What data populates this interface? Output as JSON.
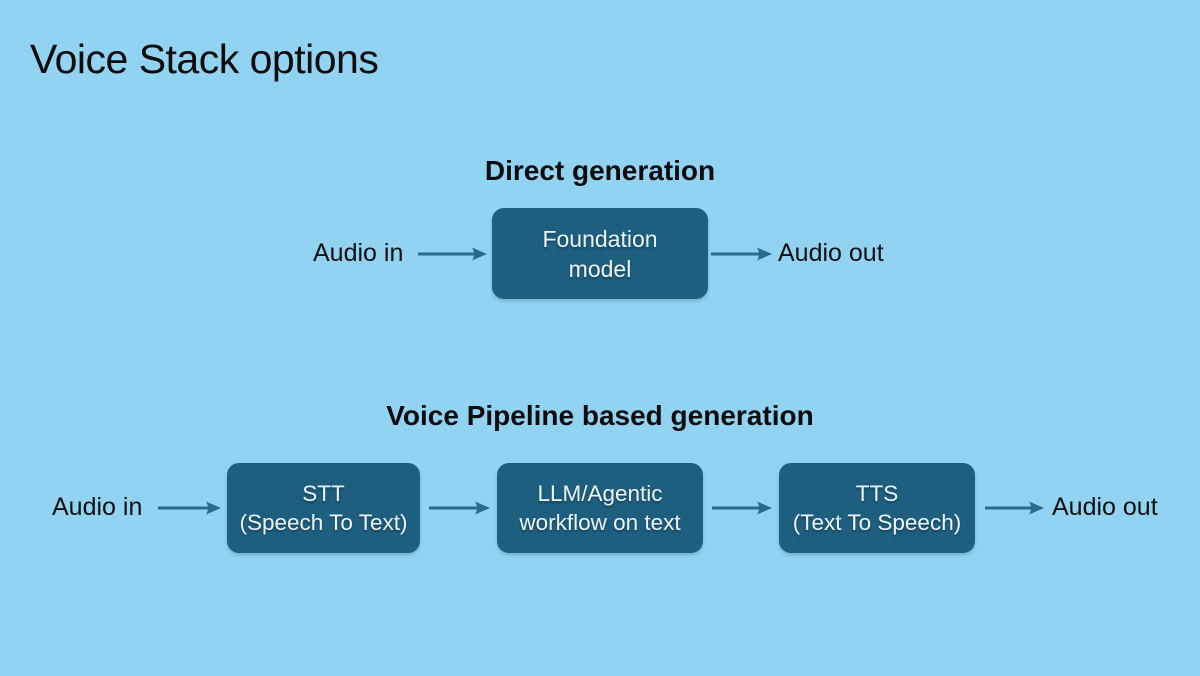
{
  "title": "Voice Stack options",
  "colors": {
    "background": "#91d3f0",
    "box_fill": "#1e5f80",
    "box_text": "#eef5f9",
    "arrow": "#2a6b8d",
    "text": "#0c0c0e"
  },
  "direct": {
    "heading": "Direct generation",
    "input_label": "Audio in",
    "output_label": "Audio out",
    "box": {
      "lines": [
        "Foundation",
        "model"
      ]
    }
  },
  "pipeline": {
    "heading": "Voice Pipeline based generation",
    "input_label": "Audio in",
    "output_label": "Audio out",
    "boxes": [
      {
        "lines": [
          "STT",
          "(Speech To Text)"
        ]
      },
      {
        "lines": [
          "LLM/Agentic",
          "workflow on text"
        ]
      },
      {
        "lines": [
          "TTS",
          "(Text To Speech)"
        ]
      }
    ]
  }
}
